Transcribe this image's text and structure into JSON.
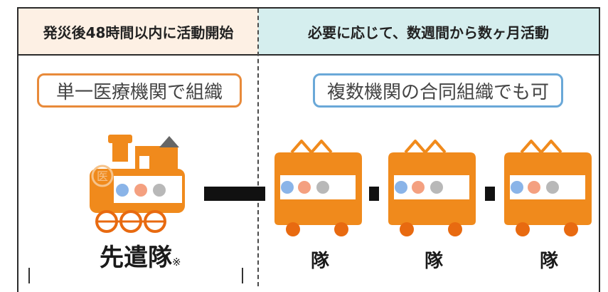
{
  "header": {
    "left": "発災後48時間以内に活動開始",
    "right": "必要に応じて、数週間から数ヶ月活動"
  },
  "labels": {
    "single": "単一医療機関で組織",
    "multiple": "複数機関の合同組織でも可"
  },
  "locomotive": {
    "name": "先遣隊",
    "note_mark": "※",
    "emblem_glyph": "医",
    "colors": {
      "body": "#f08a1c",
      "funnel": "#666666",
      "wheels": "#e86a10"
    }
  },
  "cars": [
    {
      "label": "隊"
    },
    {
      "label": "隊"
    },
    {
      "label": "隊"
    }
  ],
  "colors": {
    "train_orange": "#f08a1c",
    "face_blue": "#8ab4e8",
    "face_peach": "#f4a080",
    "face_gray": "#b8b8b8",
    "header_left_bg": "#fdf0e4",
    "header_right_bg": "#d5eeee"
  }
}
